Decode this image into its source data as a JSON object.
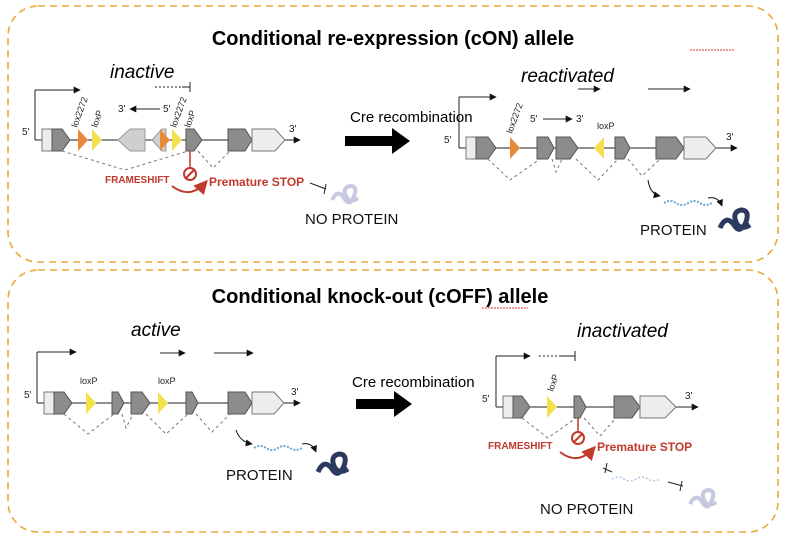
{
  "panels": {
    "con": {
      "title": "Conditional re-expression (cON) allele",
      "state_before": "inactive",
      "state_after": "reactivated",
      "cre_label": "Cre recombination",
      "labels": {
        "lox2272_a": "lox2272",
        "loxp_a": "loxP",
        "lox2272_b": "lox2272",
        "loxp_b": "loxP",
        "after_lox2272": "lox2272",
        "after_loxp": "loxP",
        "five_prime": "5'",
        "three_prime": "3'",
        "inv_three": "3'",
        "inv_five": "5'",
        "after_five_prime": "5'",
        "after_three_prime": "3'",
        "after_inv_five": "5'",
        "after_inv_three": "3'"
      },
      "frameshift": "FRAMESHIFT",
      "premature_stop": "Premature STOP",
      "no_protein": "NO PROTEIN",
      "protein": "PROTEIN"
    },
    "coff": {
      "title": "Conditional knock-out (cOFF) allele",
      "state_before": "active",
      "state_after": "inactivated",
      "cre_label": "Cre recombination",
      "labels": {
        "loxp_a": "loxP",
        "loxp_b": "loxP",
        "after_loxp": "loxP",
        "five_prime": "5'",
        "three_prime": "3'",
        "after_five_prime": "5'",
        "after_three_prime": "3'"
      },
      "frameshift": "FRAMESHIFT",
      "premature_stop": "Premature STOP",
      "protein": "PROTEIN",
      "no_protein": "NO PROTEIN"
    }
  },
  "colors": {
    "panel_border": "#e8a93a",
    "lox2272": "#e8893a",
    "loxp": "#f4e04d",
    "stop_red": "#c0392b",
    "protein_dark": "#2d3a5e",
    "protein_faded": "#c6c9e0",
    "mrna": "#6aa7d4"
  },
  "icons": [
    "promoter-arrow-icon",
    "stop-sign-icon",
    "protein-coil-icon",
    "mrna-wave-icon",
    "cre-arrow-icon"
  ]
}
